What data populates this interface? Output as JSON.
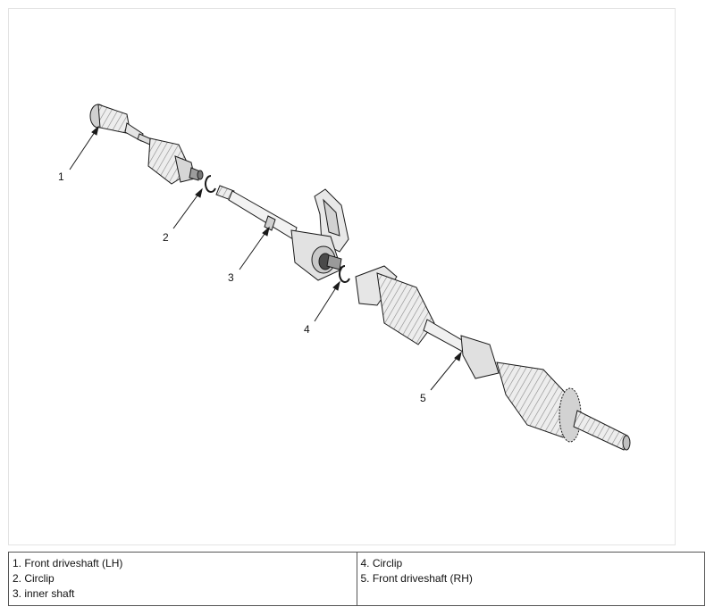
{
  "callouts": [
    "1",
    "2",
    "3",
    "4",
    "5"
  ],
  "legend": {
    "left": [
      "1. Front driveshaft (LH)",
      "2. Circlip",
      "3. inner shaft"
    ],
    "right": [
      "4. Circlip",
      "5. Front driveshaft (RH)"
    ]
  },
  "colors": {
    "part_fill": "#efefef",
    "part_dark": "#bdbdbd",
    "line": "#1a1a1a",
    "border": "#555555"
  }
}
